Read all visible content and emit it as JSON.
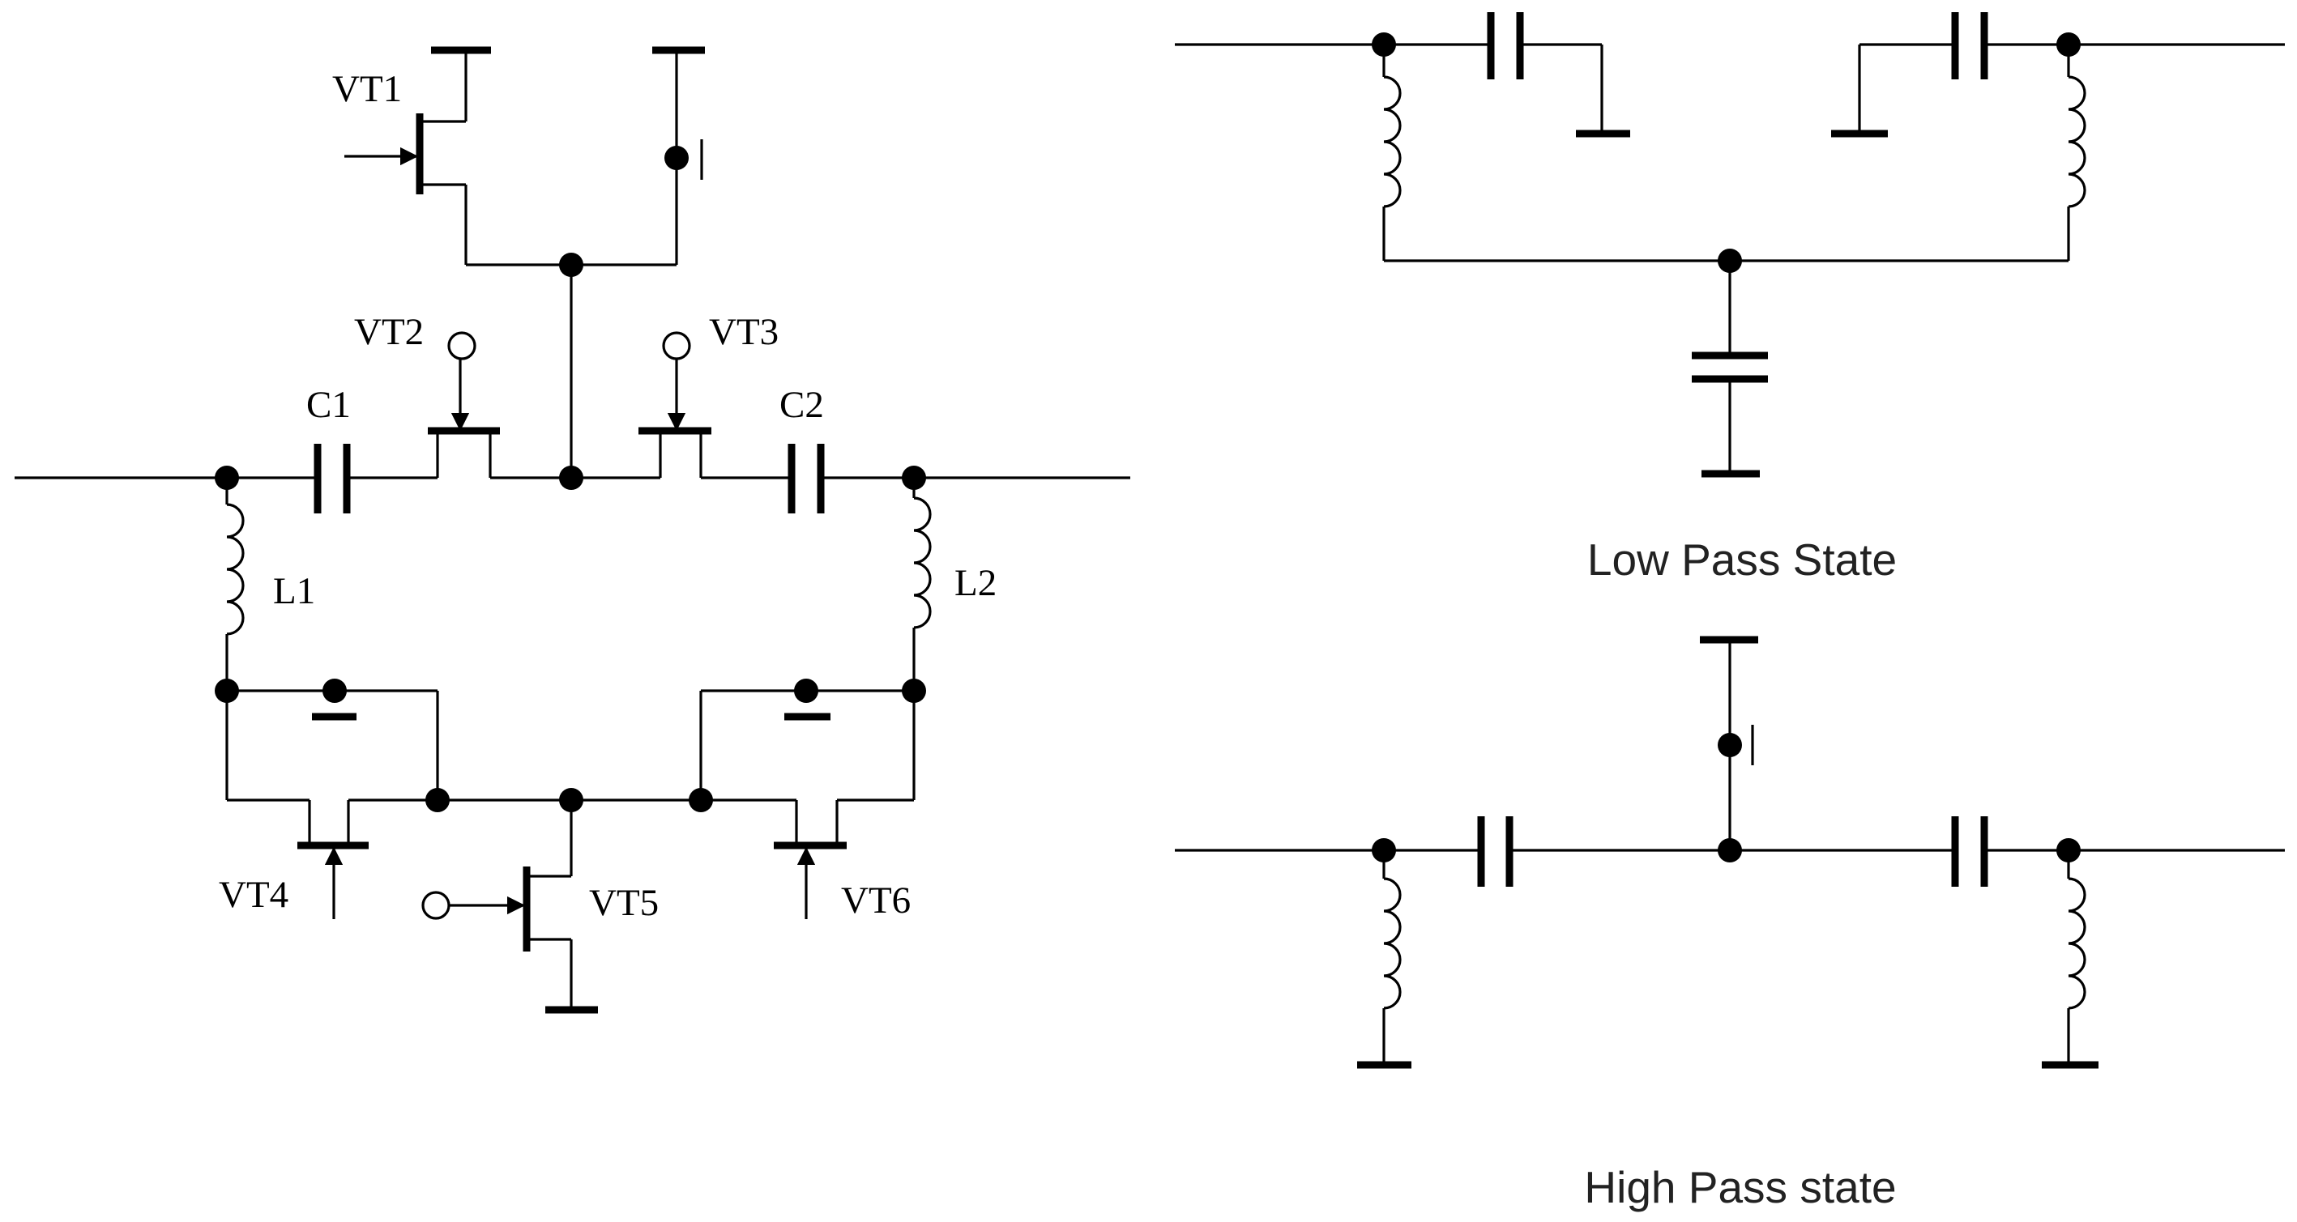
{
  "labels": {
    "vt1": "VT1",
    "vt2": "VT2",
    "vt3": "VT3",
    "vt4": "VT4",
    "vt5": "VT5",
    "vt6": "VT6",
    "c1": "C1",
    "c2": "C2",
    "l1": "L1",
    "l2": "L2"
  },
  "captions": {
    "low_pass": "Low Pass State",
    "high_pass": "High Pass state"
  }
}
